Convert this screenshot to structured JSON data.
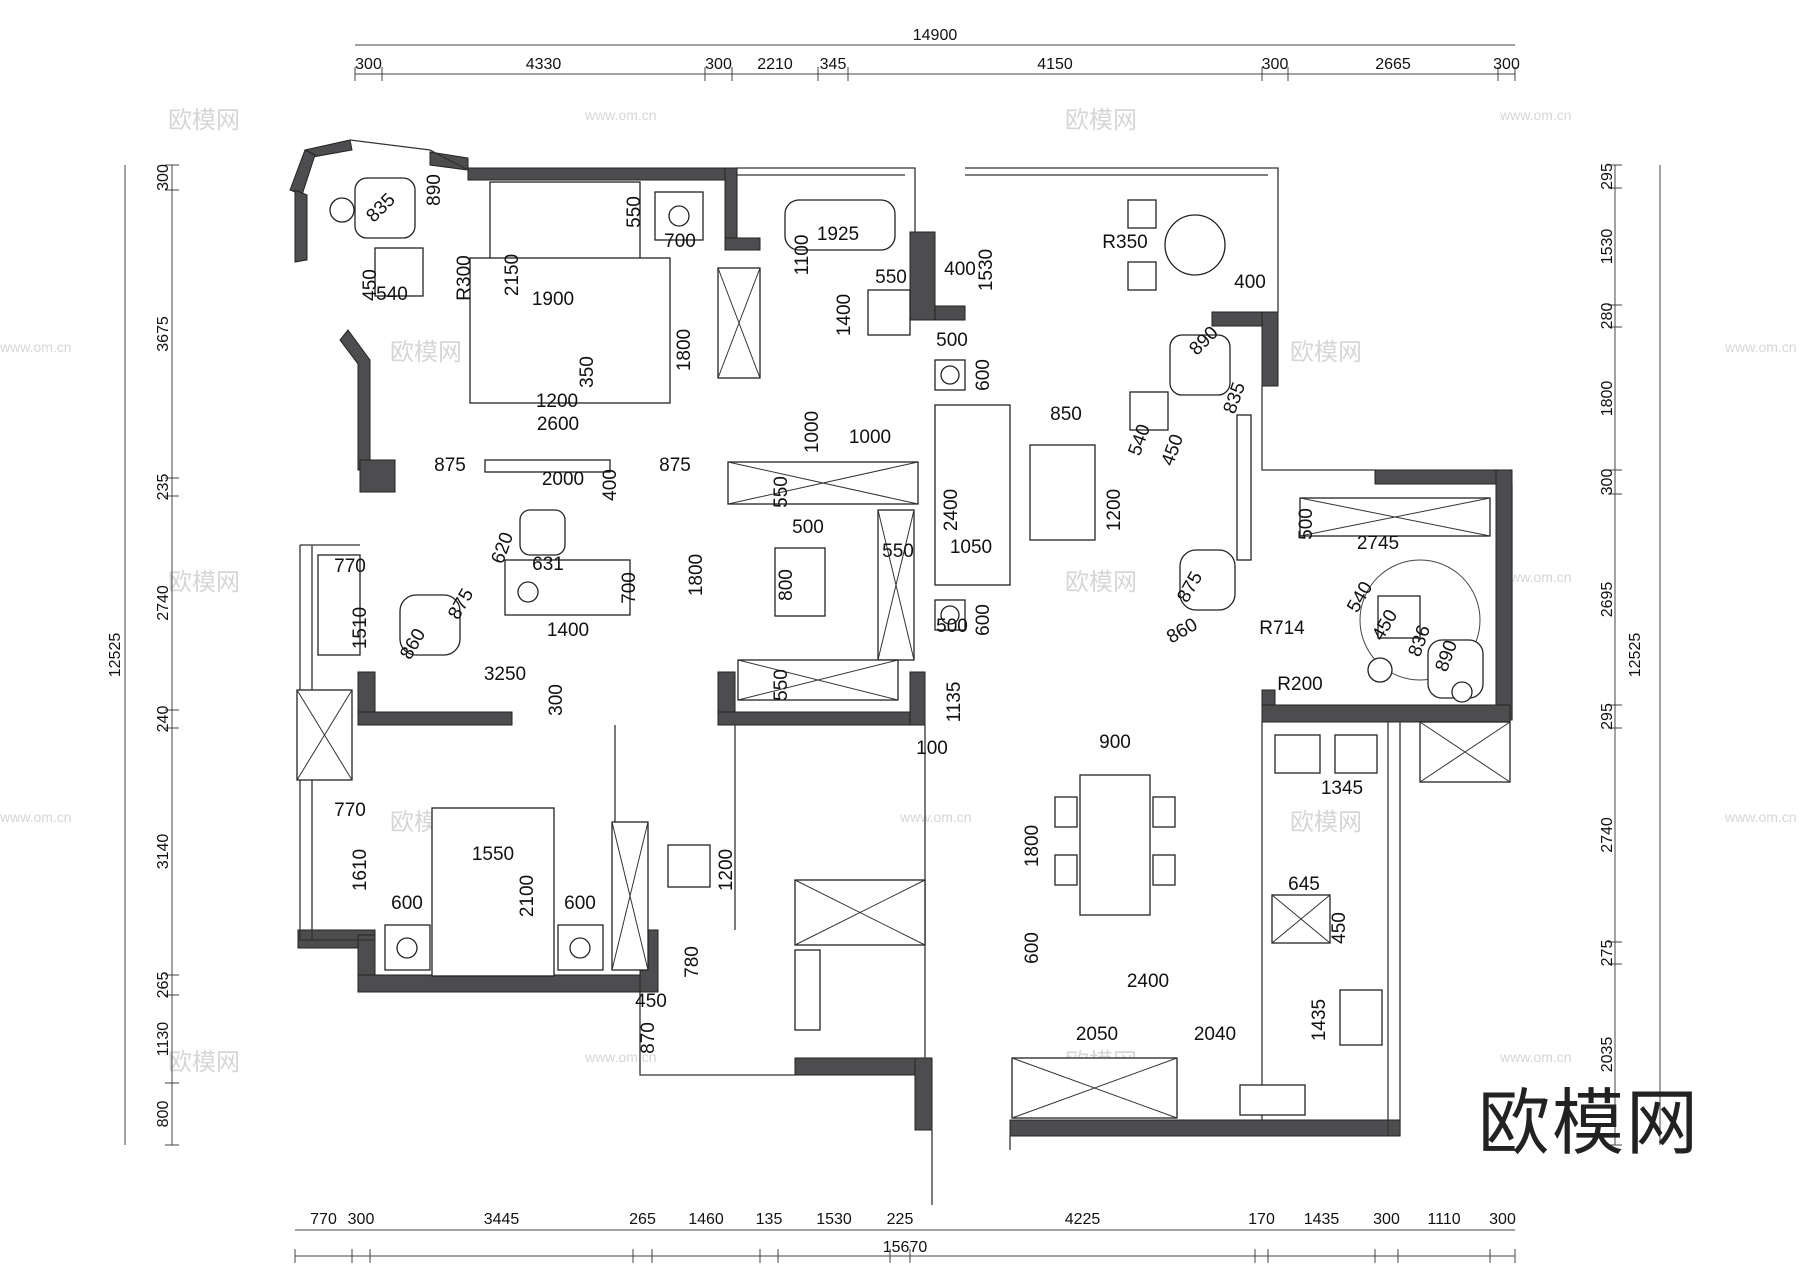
{
  "brand_text": "欧模网",
  "watermark": {
    "text": "欧模网",
    "url": "www.om.cn"
  },
  "top_dims": {
    "total": "14900",
    "segments": [
      "300",
      "4330",
      "300",
      "2210",
      "345",
      "4150",
      "300",
      "2665",
      "300"
    ]
  },
  "bottom_dims": {
    "total": "15670",
    "segments": [
      "770",
      "300",
      "3445",
      "265",
      "1460",
      "135",
      "1530",
      "225",
      "4225",
      "170",
      "1435",
      "300",
      "1110",
      "300"
    ]
  },
  "left_dims": {
    "total": "12525",
    "segments": [
      "300",
      "3675",
      "235",
      "2740",
      "240",
      "3140",
      "265",
      "1130",
      "800"
    ]
  },
  "right_dims": {
    "total": "12525",
    "segments": [
      "295",
      "1530",
      "280",
      "1800",
      "300",
      "2695",
      "295",
      "2740",
      "275",
      "2035"
    ]
  },
  "room_labels": [
    "835",
    "890",
    "R300",
    "450",
    "540",
    "2150",
    "550",
    "700",
    "1900",
    "1800",
    "350",
    "1200",
    "2600",
    "1100",
    "1925",
    "550",
    "1400",
    "1000",
    "1000",
    "400",
    "1530",
    "R350",
    "400",
    "500",
    "600",
    "850",
    "2400",
    "1200",
    "890",
    "835",
    "540",
    "450",
    "875",
    "2000",
    "400",
    "875",
    "620",
    "631",
    "700",
    "1400",
    "875",
    "860",
    "770",
    "1510",
    "3250",
    "300",
    "550",
    "500",
    "800",
    "1800",
    "550",
    "550",
    "1050",
    "500",
    "600",
    "875",
    "860",
    "1135",
    "100",
    "500",
    "2745",
    "R714",
    "540",
    "450",
    "836",
    "890",
    "R200",
    "900",
    "1345",
    "1800",
    "600",
    "2400",
    "645",
    "450",
    "770",
    "1610",
    "1550",
    "2100",
    "600",
    "600",
    "1200",
    "780",
    "450",
    "870",
    "2050",
    "2040",
    "1435"
  ]
}
